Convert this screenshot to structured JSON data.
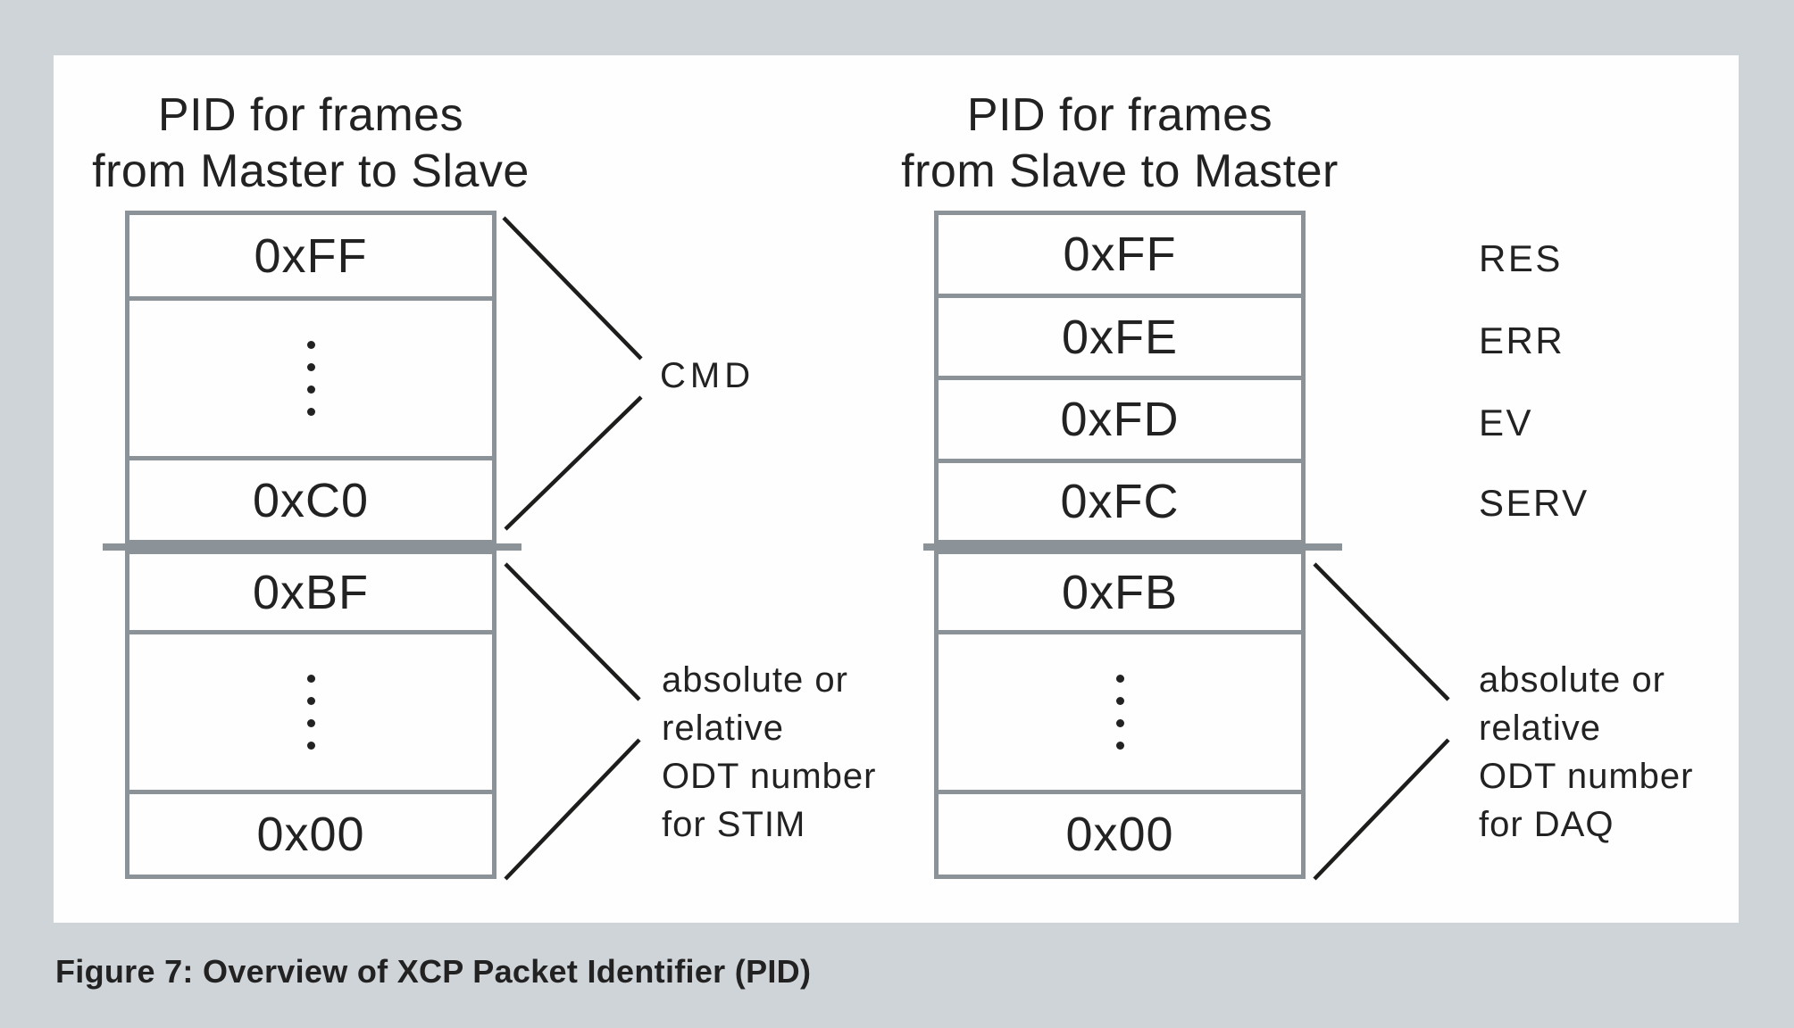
{
  "colors": {
    "page_background": "#cfd4d9",
    "panel_background": "#fefefe",
    "table_border": "#8b9399",
    "text": "#232222",
    "connector_line": "#1d1d1b"
  },
  "figure": {
    "caption": "Figure 7: Overview of XCP Packet Identifier (PID)"
  },
  "master_to_slave": {
    "title_line1": "PID for frames",
    "title_line2": "from Master to Slave",
    "rows": {
      "top": "0xFF",
      "upper_last": "0xC0",
      "lower_first": "0xBF",
      "bottom": "0x00"
    },
    "cmd_label": "CMD",
    "stim_label": {
      "line1": "absolute or",
      "line2": "relative",
      "line3": "ODT number",
      "line4": "for STIM"
    }
  },
  "slave_to_master": {
    "title_line1": "PID for frames",
    "title_line2": "from Slave to Master",
    "rows": {
      "ff": "0xFF",
      "fe": "0xFE",
      "fd": "0xFD",
      "fc": "0xFC",
      "fb": "0xFB",
      "zero": "0x00"
    },
    "row_labels": {
      "res": "RES",
      "err": "ERR",
      "ev": "EV",
      "serv": "SERV"
    },
    "daq_label": {
      "line1": "absolute or",
      "line2": "relative",
      "line3": "ODT number",
      "line4": "for DAQ"
    }
  }
}
